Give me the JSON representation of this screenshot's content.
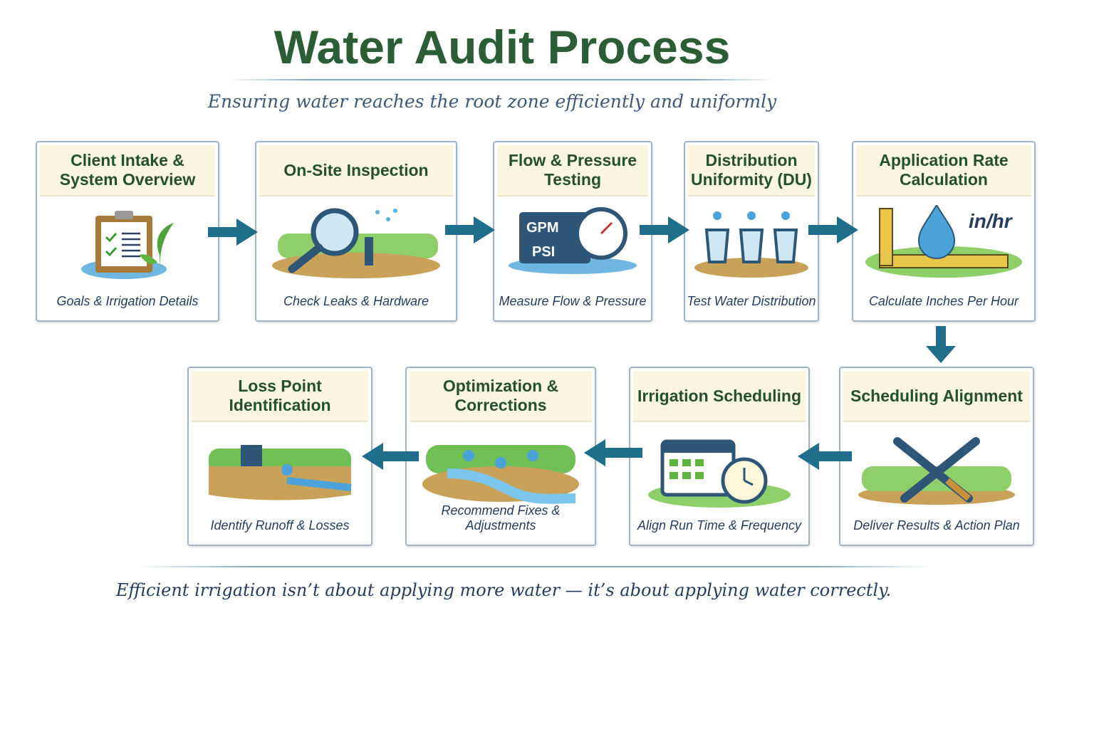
{
  "title": "Water Audit Process",
  "subtitle": "Ensuring water reaches the root zone efficiently and uniformly",
  "footer": "Efficient irrigation isn’t about applying more water — it’s about applying water correctly.",
  "colors": {
    "title": "#2b5e34",
    "arrow": "#1f6e8c",
    "header_bg": "#faf6df",
    "caption": "#253d5c"
  },
  "steps": [
    {
      "title": "Client Intake & System Overview",
      "caption": "Goals & Irrigation Details",
      "icon": "clipboard-plant-icon"
    },
    {
      "title": "On-Site Inspection",
      "caption": "Check Leaks & Hardware",
      "icon": "magnifier-sprinkler-icon"
    },
    {
      "title": "Flow & Pressure Testing",
      "caption": "Measure Flow & Pressure",
      "icon": "gauge-icon",
      "labels": [
        "GPM",
        "PSI"
      ]
    },
    {
      "title": "Distribution Uniformity (DU)",
      "caption": "Test Water Distribution",
      "icon": "catch-cups-icon"
    },
    {
      "title": "Application Rate Calculation",
      "caption": "Calculate Inches Per Hour",
      "icon": "ruler-drop-icon",
      "unit": "in/hr"
    },
    {
      "title": "Scheduling Alignment",
      "caption": "Deliver Results & Action Plan",
      "icon": "wrench-tools-icon"
    },
    {
      "title": "Irrigation Scheduling",
      "caption": "Align Run Time & Frequency",
      "icon": "calendar-clock-icon"
    },
    {
      "title": "Optimization & Corrections",
      "caption": "Recommend Fixes & Adjustments",
      "icon": "water-stream-icon"
    },
    {
      "title": "Loss Point Identification",
      "caption": "Identify Runoff & Losses",
      "icon": "runoff-icon"
    }
  ]
}
